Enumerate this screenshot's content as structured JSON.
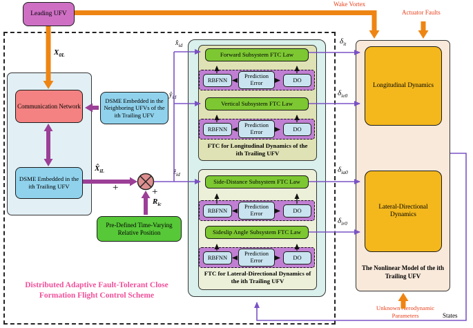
{
  "figure": {
    "leading_ufv": "Leading UFV",
    "wake_vortex": "Wake Vortex",
    "actuator_faults": "Actuator Faults",
    "comm_network": "Communication Network",
    "dsme_neighbor": "DSME Embedded in the Neighboring UFVs of the ith Trailing UFV",
    "dsme_ith": "DSME Embedded in the ith Trailing UFV",
    "predefined_position": "Pre-Defined Time-Varying Relative Position",
    "scheme_title_line1": "Distributed Adaptive Fault-Tolerant Close",
    "scheme_title_line2": "Formation Flight Control Scheme",
    "states": "States",
    "unknown_aero_line1": "Unknown Aerodynamic",
    "unknown_aero_line2": "Parameters"
  },
  "ftc": {
    "forward_law": "Forward Subsystem FTC Law",
    "vertical_law": "Vertical Subsystem FTC Law",
    "side_distance_law": "Side-Distance Subsystem FTC Law",
    "sideslip_law": "Sideslip Angle Subsystem FTC Law",
    "rbfnn": "RBFNN",
    "prediction_error": "Prediction Error",
    "do": "DO",
    "long_label_line1": "FTC for Longitudinal Dynamics of the",
    "long_label_line2": "ith Trailing UFV",
    "lat_label_line1": "FTC for Lateral-Directional Dynamics of",
    "lat_label_line2": "the ith Trailing UFV"
  },
  "model": {
    "longitudinal": "Longitudinal Dynamics",
    "lateral": "Lateral-Directional Dynamics",
    "caption_line1": "The Nonlinear Model of the ith",
    "caption_line2": "Trailing UFV"
  },
  "labels": {
    "x0l": {
      "m": "X",
      "s": "0L"
    },
    "xhat_id": {
      "m": "x̂",
      "s": "id"
    },
    "yhat_id": {
      "m": "ŷ",
      "s": "id"
    },
    "zhat_id": {
      "m": "ẑ",
      "s": "id"
    },
    "Xhat_iL": {
      "m": "X̂",
      "s": "iL"
    },
    "R_ic": {
      "m": "R",
      "s": "ic"
    },
    "delta_it": {
      "m": "δ",
      "s": "it"
    },
    "delta_ie0": {
      "m": "δ",
      "s": "ie0"
    },
    "delta_ia0": {
      "m": "δ",
      "s": "ia0"
    },
    "delta_ir0": {
      "m": "δ",
      "s": "ir0"
    },
    "plus_left": "+",
    "plus_bottom": "+"
  },
  "colors": {
    "leading_box": "#ce6fc4",
    "comm_box": "#f48282",
    "dsme_box": "#90d2ec",
    "green_box": "#57c838",
    "law_green": "#7dc832",
    "rbfnn_purple": "#c07fd2",
    "inner_blue": "#c9e4f0",
    "dynamics_orange": "#f4b81d",
    "orange_arrow": "#ee8512",
    "purple_arrow": "#9c3f97",
    "violet_line": "#7a52c5",
    "title_pink": "#f0509b",
    "warning_red": "#e8401c"
  }
}
